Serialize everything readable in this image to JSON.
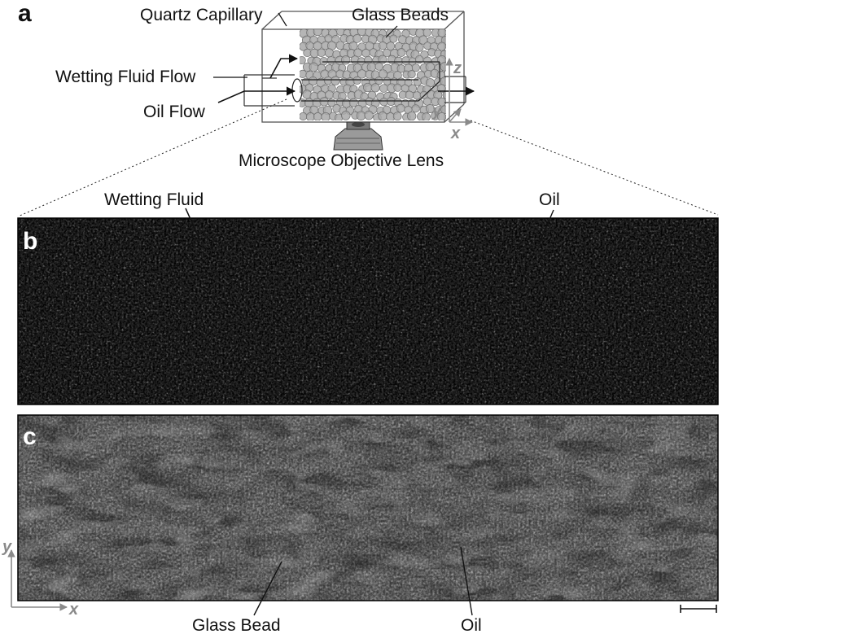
{
  "panels": {
    "a": {
      "letter": "a",
      "labels": {
        "quartz_capillary": "Quartz Capillary",
        "glass_beads": "Glass Beads",
        "wetting_fluid_flow": "Wetting Fluid Flow",
        "oil_flow": "Oil Flow",
        "objective_lens": "Microscope Objective Lens"
      },
      "axes": {
        "z": "z",
        "y": "y",
        "x": "x"
      }
    },
    "b": {
      "letter": "b",
      "labels": {
        "wetting_fluid": "Wetting Fluid",
        "oil": "Oil"
      }
    },
    "c": {
      "letter": "c",
      "labels": {
        "glass_bead": "Glass Bead",
        "oil": "Oil"
      },
      "axes": {
        "y": "y",
        "x": "x"
      }
    }
  },
  "colors": {
    "ink": "#111111",
    "axis_gray": "#8a8a8a",
    "bead_fill": "#a8a8a8",
    "bead_edge": "#6f6f6f",
    "micrograph_b_base": "#0c0c0c",
    "micrograph_c_base": "#2a2a2a"
  }
}
